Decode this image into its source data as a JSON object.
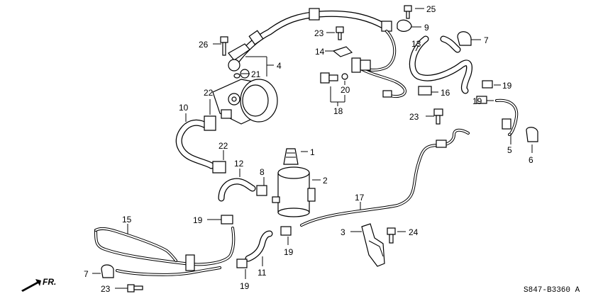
{
  "diagram_code": "S847-B3360 A",
  "direction_label": "FR.",
  "callouts": {
    "c1": "1",
    "c2": "2",
    "c3": "3",
    "c4": "4",
    "c5": "5",
    "c6": "6",
    "c7a": "7",
    "c7b": "7",
    "c8": "8",
    "c9": "9",
    "c10": "10",
    "c11": "11",
    "c12": "12",
    "c13": "13",
    "c14": "14",
    "c15": "15",
    "c16": "16",
    "c17": "17",
    "c18": "18",
    "c19a": "19",
    "c19b": "19",
    "c19c": "19",
    "c19d": "19",
    "c19e": "19",
    "c20": "20",
    "c21": "21",
    "c22a": "22",
    "c22b": "22",
    "c23a": "23",
    "c23b": "23",
    "c23c": "23",
    "c24": "24",
    "c25": "25",
    "c26": "26"
  }
}
